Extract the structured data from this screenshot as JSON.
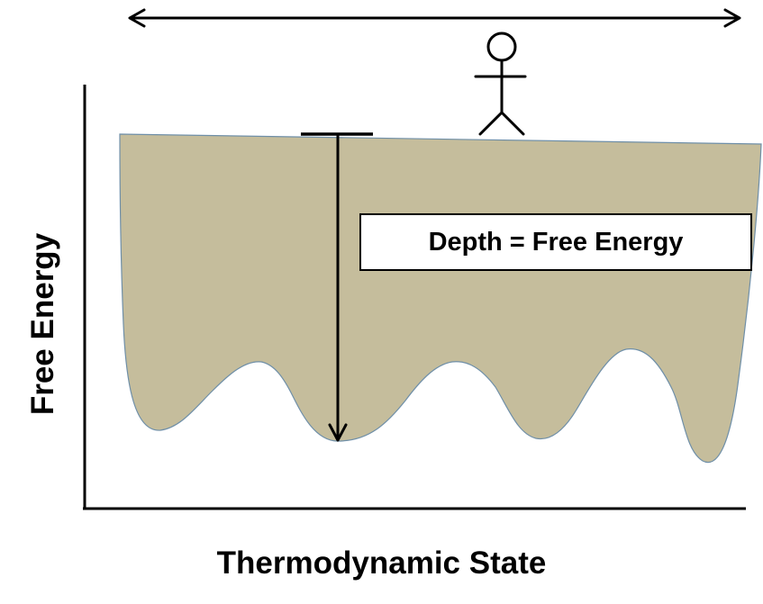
{
  "diagram": {
    "box_label": "Depth = Free Energy",
    "x_axis_title": "Thermodynamic State",
    "y_axis_title": "Free Energy"
  },
  "colors": {
    "landscape_fill": "#c5bd9c",
    "landscape_edge": "#6f8fa8",
    "line": "#000000",
    "background": "#ffffff"
  },
  "icons": [
    "double-arrow-icon",
    "stick-figure-icon",
    "depth-arrow-icon"
  ]
}
